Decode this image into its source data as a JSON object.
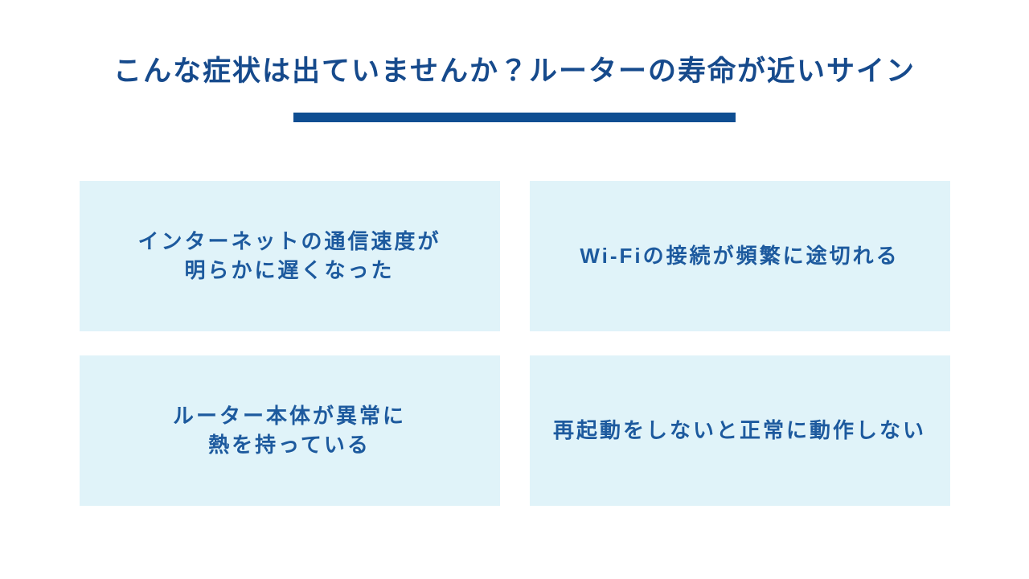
{
  "page": {
    "background_color": "#ffffff"
  },
  "header": {
    "title": "こんな症状は出ていませんか？ルーターの寿命が近いサイン",
    "title_color": "#164a8c",
    "underline_color": "#0f4e92"
  },
  "card_style": {
    "background_color": "#e0f3f9",
    "text_color": "#1d5a9e"
  },
  "cards": [
    {
      "lines": [
        "インターネットの通信速度が",
        "明らかに遅くなった"
      ]
    },
    {
      "lines": [
        "Wi-Fiの接続が頻繁に途切れる"
      ]
    },
    {
      "lines": [
        "ルーター本体が異常に",
        "熱を持っている"
      ]
    },
    {
      "lines": [
        "再起動をしないと正常に動作しない"
      ]
    }
  ]
}
